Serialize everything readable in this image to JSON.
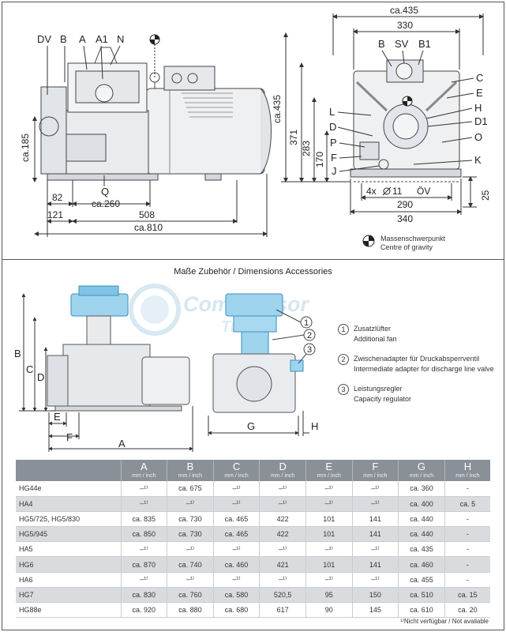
{
  "side_view": {
    "labels": [
      "DV",
      "B",
      "A",
      "A1",
      "N",
      "Q"
    ],
    "dimensions": {
      "height_185": "ca.185",
      "d82": "82",
      "d260": "ca.260",
      "d121": "121",
      "d508": "508",
      "d810": "ca.810"
    }
  },
  "front_view": {
    "labels_top": [
      "B",
      "SV",
      "B1"
    ],
    "labels_right": [
      "C",
      "E",
      "H",
      "D1",
      "O",
      "K"
    ],
    "labels_left": [
      "L",
      "D",
      "P",
      "F",
      "J"
    ],
    "bolt_label": "4x",
    "bolt_diameter": "11",
    "ov_label": "ÖV",
    "dimensions": {
      "w435": "ca.435",
      "w330": "330",
      "h435": "ca.435",
      "h371": "371",
      "h283": "283",
      "h170": "170",
      "w290": "290",
      "w340": "340",
      "h25": "25"
    }
  },
  "cog_legend": {
    "line1": "Massenschwerpunkt",
    "line2": "Centre of gravity"
  },
  "accessories": {
    "title": "Maße Zubehör / Dimensions Accessories",
    "dim_labels": [
      "A",
      "B",
      "C",
      "D",
      "E",
      "F",
      "G",
      "H"
    ],
    "marker_labels": [
      "1",
      "2",
      "3"
    ],
    "watermark_line1": "Compressor",
    "watermark_line2": "Trade",
    "notes": [
      {
        "num": "1",
        "de": "Zusatzlüfter",
        "en": "Additional fan"
      },
      {
        "num": "2",
        "de": "Zwischenadapter für Druckabsperrventil",
        "en": "Intermediate adapter for discharge line valve"
      },
      {
        "num": "3",
        "de": "Leistungsregler",
        "en": "Capacity regulator"
      }
    ]
  },
  "table": {
    "columns": [
      "A",
      "B",
      "C",
      "D",
      "E",
      "F",
      "G",
      "H"
    ],
    "unit": "mm / inch",
    "rows": [
      {
        "model": "HG44e",
        "values": [
          "–¹⁾",
          "ca. 675",
          "–¹⁾",
          "–¹⁾",
          "–¹⁾",
          "–¹⁾",
          "ca. 360",
          "-"
        ]
      },
      {
        "model": "HA4",
        "values": [
          "–¹⁾",
          "–¹⁾",
          "–¹⁾",
          "–¹⁾",
          "–¹⁾",
          "–¹⁾",
          "ca. 400",
          "ca. 5"
        ]
      },
      {
        "model": "HG5/725, HG5/830",
        "values": [
          "ca. 835",
          "ca. 730",
          "ca. 465",
          "422",
          "101",
          "141",
          "ca. 440",
          "-"
        ]
      },
      {
        "model": "HG5/945",
        "values": [
          "ca. 850",
          "ca. 730",
          "ca. 465",
          "422",
          "101",
          "141",
          "ca. 440",
          "-"
        ]
      },
      {
        "model": "HA5",
        "values": [
          "–¹⁾",
          "–¹⁾",
          "–¹⁾",
          "–¹⁾",
          "–¹⁾",
          "–¹⁾",
          "ca. 435",
          "-"
        ]
      },
      {
        "model": "HG6",
        "values": [
          "ca. 870",
          "ca. 740",
          "ca. 460",
          "421",
          "101",
          "141",
          "ca. 460",
          "-"
        ]
      },
      {
        "model": "HA6",
        "values": [
          "–¹⁾",
          "–¹⁾",
          "–¹⁾",
          "–¹⁾",
          "–¹⁾",
          "–¹⁾",
          "ca. 455",
          "-"
        ]
      },
      {
        "model": "HG7",
        "values": [
          "ca. 830",
          "ca. 760",
          "ca. 580",
          "520,5",
          "95",
          "150",
          "ca. 510",
          "ca. 15"
        ]
      },
      {
        "model": "HG88e",
        "values": [
          "ca. 920",
          "ca. 880",
          "ca. 680",
          "617",
          "90",
          "145",
          "ca. 610",
          "ca. 20"
        ]
      }
    ],
    "footnote": "¹⁾Nicht verfügbar / Not available"
  }
}
